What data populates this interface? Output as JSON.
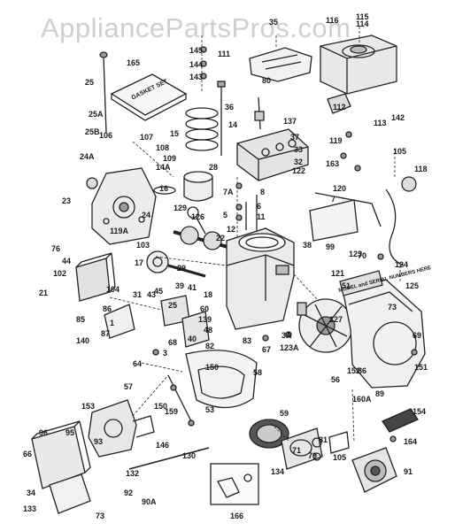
{
  "watermark": "AppliancePartsPros.com",
  "gasket_set_label": "GASKET SET",
  "model_plate_label": "MODEL and SERIAL NUMBERS HERE",
  "part_labels": [
    "115",
    "114",
    "116",
    "35",
    "145",
    "144",
    "143",
    "111",
    "165",
    "25",
    "25A",
    "25B",
    "80",
    "112",
    "142",
    "113",
    "36",
    "137",
    "14",
    "15",
    "37",
    "33",
    "32",
    "106",
    "107",
    "108",
    "109",
    "14A",
    "16",
    "28",
    "24A",
    "23",
    "24",
    "119A",
    "119",
    "163",
    "105",
    "122",
    "118",
    "120",
    "7",
    "7A",
    "8",
    "5",
    "6",
    "12",
    "11",
    "129",
    "126",
    "22",
    "103",
    "76",
    "44",
    "102",
    "104",
    "21",
    "17",
    "29",
    "39",
    "45",
    "31",
    "41",
    "25",
    "43",
    "18",
    "60",
    "139",
    "48",
    "85",
    "86",
    "1",
    "87",
    "140",
    "40",
    "68",
    "3",
    "82",
    "83",
    "67",
    "123A",
    "3A",
    "38",
    "99",
    "123",
    "124",
    "121",
    "51",
    "70",
    "125",
    "73",
    "127",
    "69",
    "152",
    "151",
    "64",
    "150",
    "58",
    "57",
    "86",
    "56",
    "89",
    "160A",
    "153",
    "150",
    "146",
    "159",
    "53",
    "96",
    "95",
    "93",
    "66",
    "34",
    "132",
    "130",
    "166",
    "59",
    "134",
    "71",
    "79",
    "81",
    "105",
    "154",
    "164",
    "91",
    "92",
    "90A",
    "133",
    "73"
  ]
}
